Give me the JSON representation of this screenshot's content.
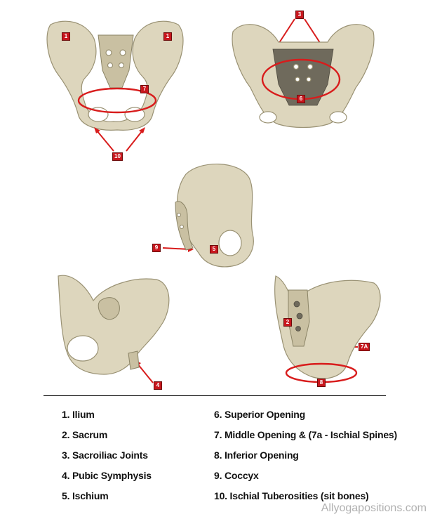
{
  "markers": {
    "ilium_left": "1",
    "ilium_right": "1",
    "sacroiliac": "3",
    "middle_opening": "7",
    "tuberosities": "10",
    "superior_opening": "6",
    "coccyx": "9",
    "ischium": "5",
    "pubic_symphysis": "4",
    "sacrum": "2",
    "ischial_spines": "7A",
    "inferior_opening": "8"
  },
  "legend": {
    "left": [
      "1. Ilium",
      "2. Sacrum",
      "3. Sacroiliac Joints",
      "4. Pubic Symphysis",
      "5. Ischium"
    ],
    "right": [
      "6. Superior Opening",
      "7. Middle Opening & (7a - Ischial Spines)",
      "8. Inferior Opening",
      "9. Coccyx",
      "10. Ischial Tuberosities (sit bones)"
    ]
  },
  "watermark": "Allyogapositions.com",
  "colors": {
    "marker": "#c8161d",
    "bone": "#ddd6bd",
    "line": "#d81c1c"
  }
}
